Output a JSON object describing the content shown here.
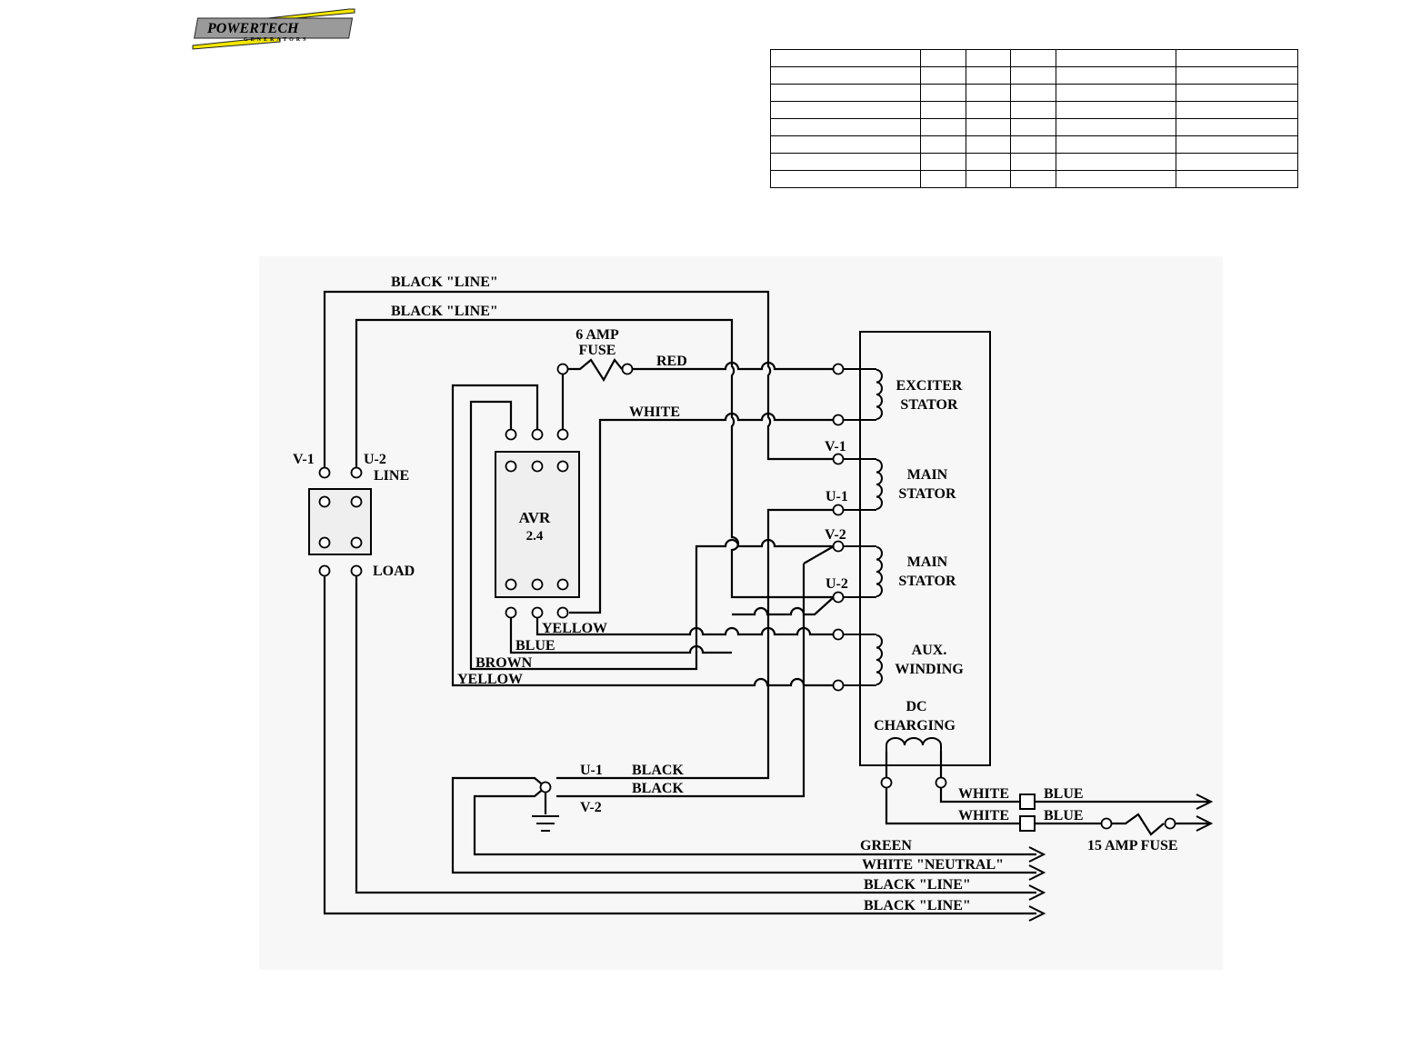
{
  "logo": {
    "text": "POWERTECH",
    "subtext": "GENERATORS",
    "colors": {
      "stripe": "#f2e600",
      "shadow": "#8a8a8a",
      "text": "#111111"
    }
  },
  "info_table": {
    "rows": 8,
    "columns": 6,
    "cells": []
  },
  "diagram": {
    "colors": {
      "background": "#ffffff",
      "diagram_bg": "#f7f7f7",
      "wire": "#000000",
      "box_fill": "#efefef"
    },
    "labels": {
      "black_line_1": "BLACK \"LINE\"",
      "black_line_2": "BLACK \"LINE\"",
      "fuse_6a_line1": "6 AMP",
      "fuse_6a_line2": "FUSE",
      "red": "RED",
      "white": "WHITE",
      "v1_left": "V-1",
      "u2_left": "U-2",
      "line": "LINE",
      "load": "LOAD",
      "avr_line1": "AVR",
      "avr_line2": "2.4",
      "yellow_1": "YELLOW",
      "blue": "BLUE",
      "brown": "BROWN",
      "yellow_2": "YELLOW",
      "exciter_1": "EXCITER",
      "exciter_2": "STATOR",
      "v1_right": "V-1",
      "main1_1": "MAIN",
      "main1_2": "STATOR",
      "u1_right": "U-1",
      "v2_right": "V-2",
      "main2_1": "MAIN",
      "main2_2": "STATOR",
      "u2_right": "U-2",
      "aux_1": "AUX.",
      "aux_2": "WINDING",
      "dc_1": "DC",
      "dc_2": "CHARGING",
      "u1_bottom": "U-1",
      "black_1": "BLACK",
      "black_2": "BLACK",
      "v2_bottom": "V-2",
      "white_dc_1": "WHITE",
      "blue_dc_1": "BLUE",
      "white_dc_2": "WHITE",
      "blue_dc_2": "BLUE",
      "fuse_15a": "15 AMP FUSE",
      "green": "GREEN",
      "white_neutral": "WHITE \"NEUTRAL\"",
      "black_line_out_1": "BLACK \"LINE\"",
      "black_line_out_2": "BLACK \"LINE\""
    }
  }
}
